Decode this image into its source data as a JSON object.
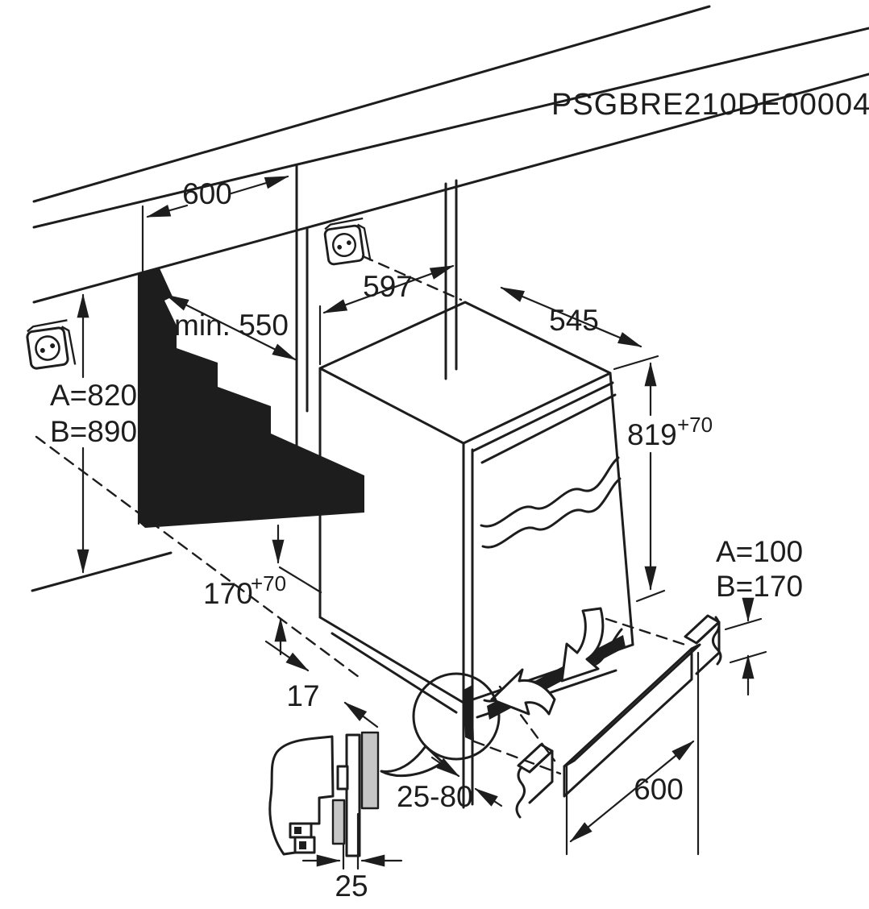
{
  "title": "PSGBRE210DE00004",
  "colors": {
    "line": "#1d1d1d",
    "panel_gray": "#c6c6c6",
    "background": "#ffffff"
  },
  "dimensions": {
    "niche_width": {
      "value": "600"
    },
    "niche_depth": {
      "value": "min. 550"
    },
    "appliance_width": {
      "value": "597"
    },
    "appliance_depth": {
      "value": "545"
    },
    "appliance_height": {
      "value": "819",
      "tolerance": "+70"
    },
    "recess_height": {
      "value": "170",
      "tolerance": "+70"
    },
    "base_inset": {
      "value": "17"
    },
    "niche_heights": {
      "a": "A=820",
      "b": "B=890"
    },
    "plinth_heights": {
      "a": "A=100",
      "b": "B=170"
    },
    "panel_gap": {
      "value": "25-80"
    },
    "plinth_board_length": {
      "value": "600"
    },
    "panel_thickness": {
      "value": "25"
    }
  },
  "icons": {
    "outlet_left": "power-outlet-icon",
    "outlet_top": "power-outlet-icon"
  }
}
